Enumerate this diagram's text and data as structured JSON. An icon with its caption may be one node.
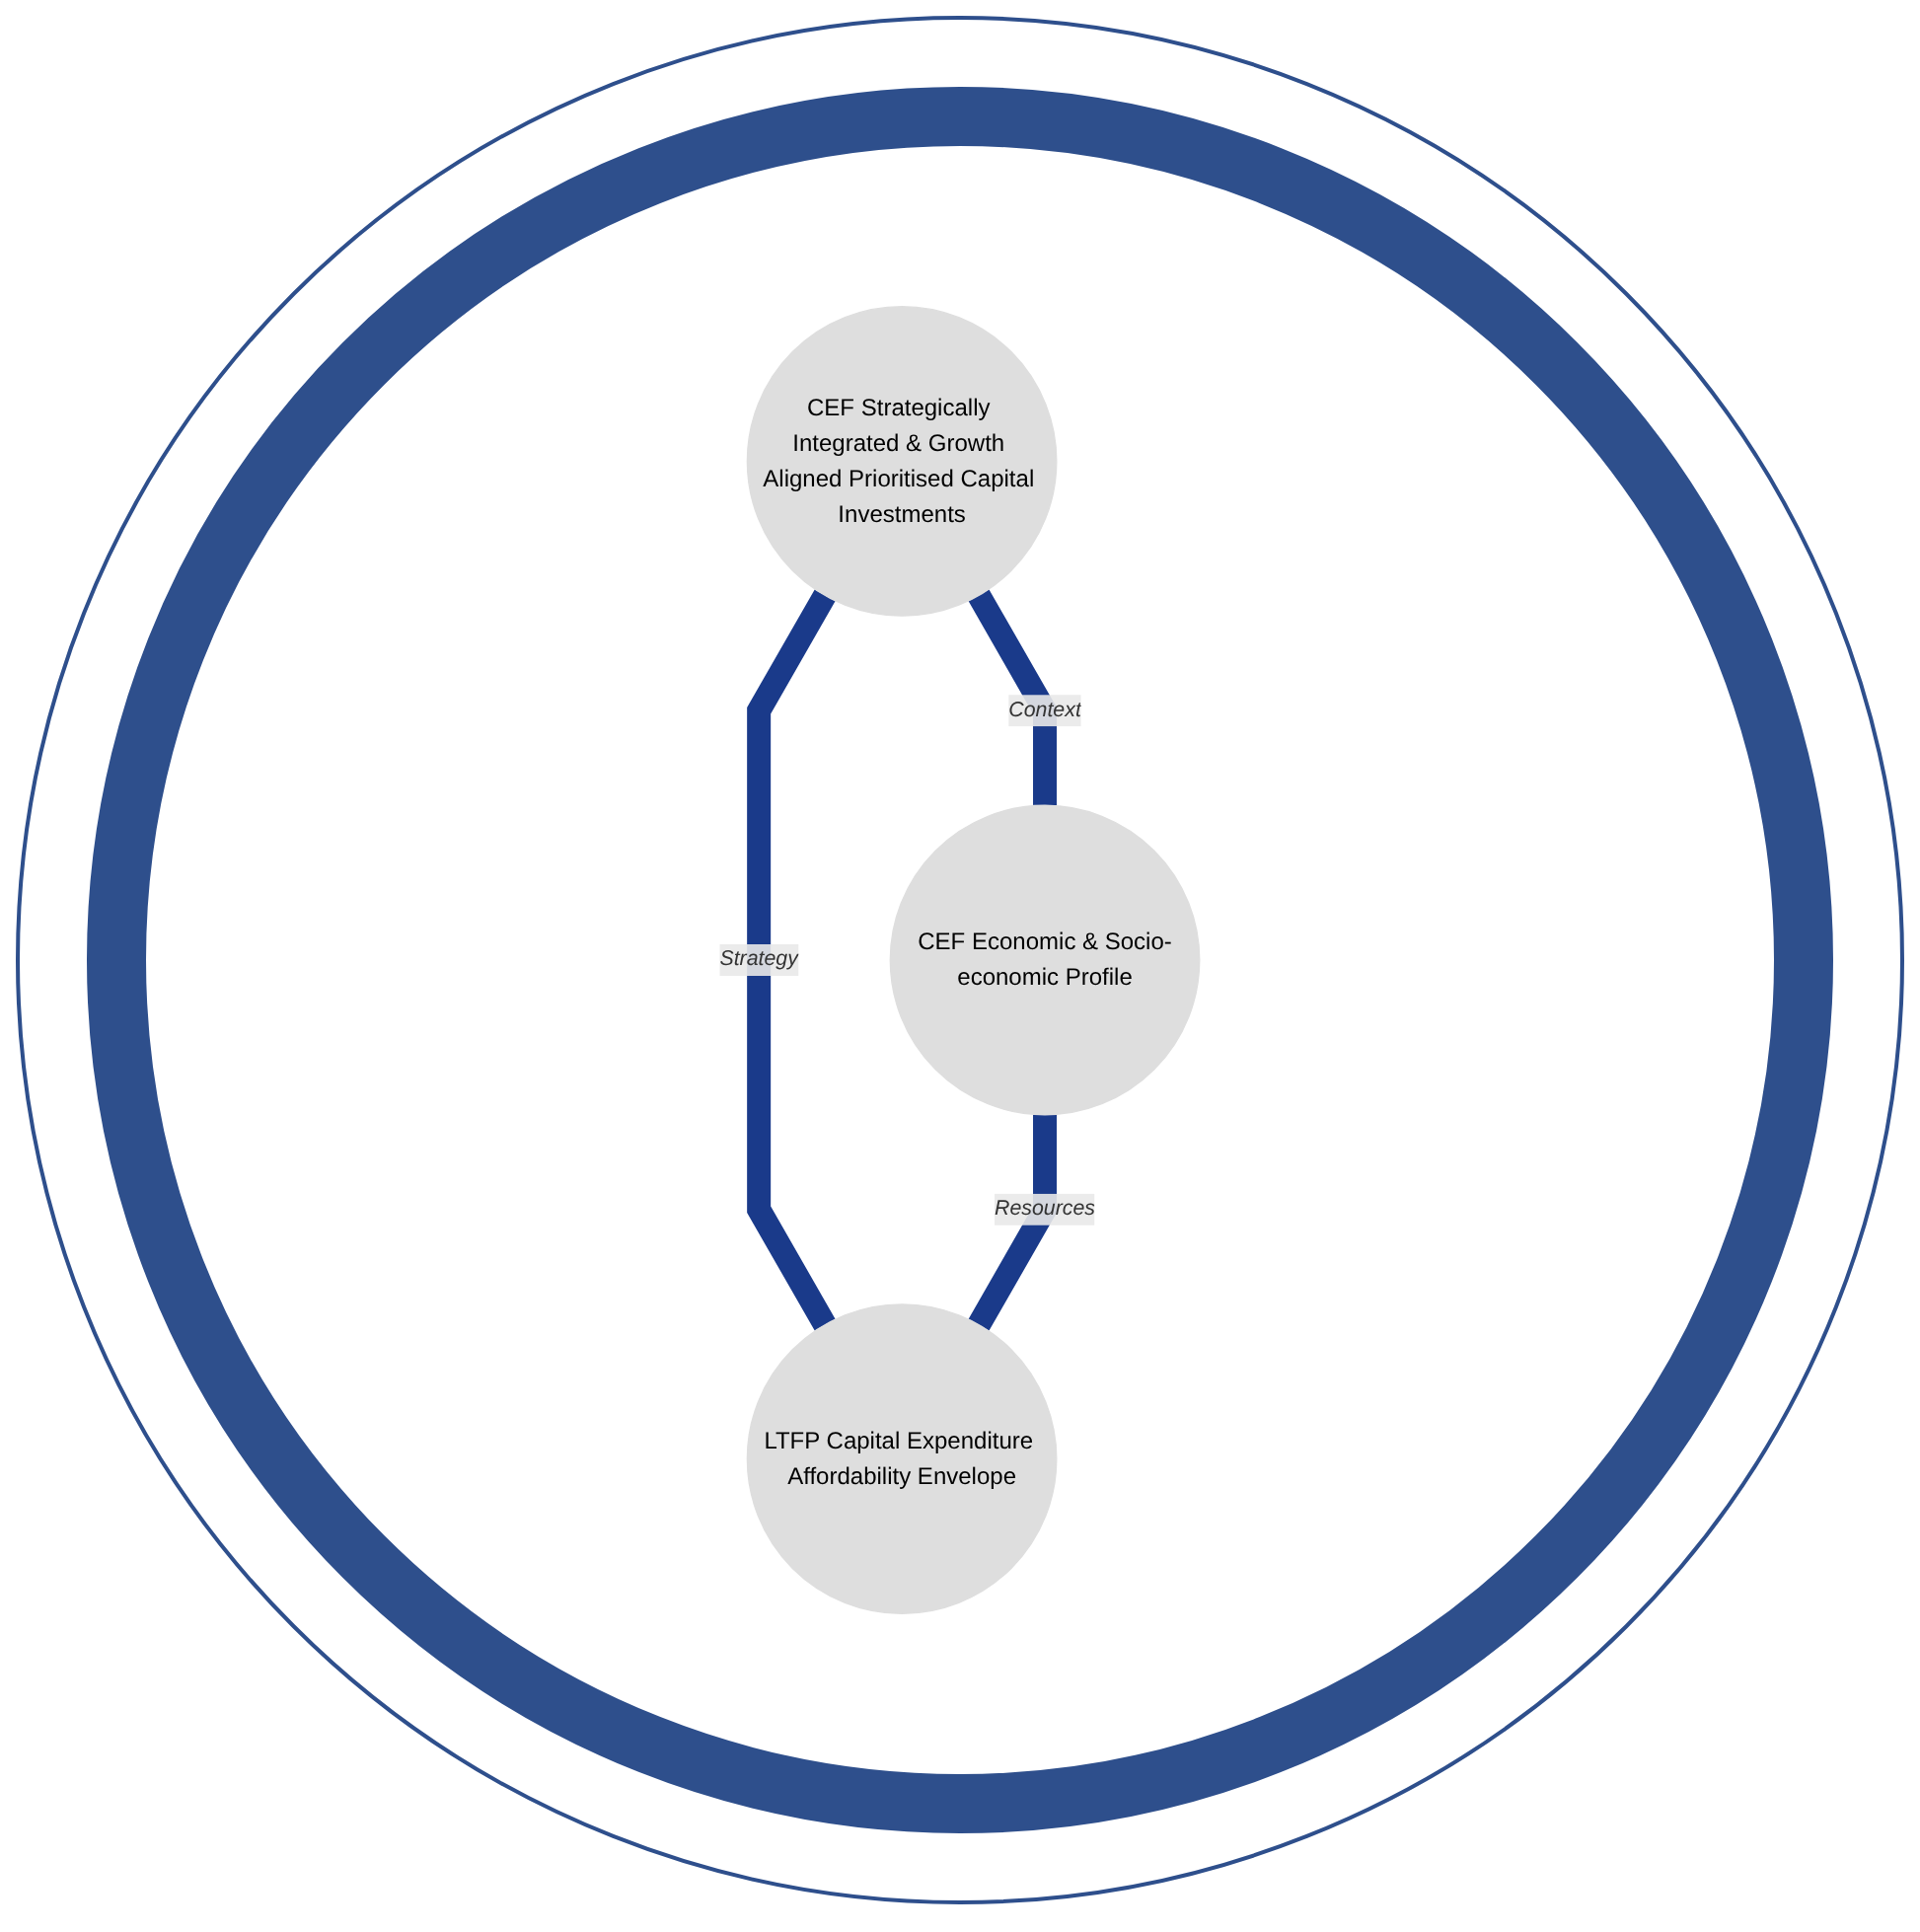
{
  "diagram": {
    "nodes": [
      {
        "text": [
          "CEF Strategically Integrated & Growth Aligned Prioritised Capital Investments"
        ]
      },
      {
        "text": [
          "CEF Economic & Socio-economic Profile"
        ]
      },
      {
        "text": [
          "LTFP Capital Expenditure Affordability Envelope"
        ]
      }
    ],
    "edges": [
      {
        "from": 0,
        "to": 1,
        "arrow": "none",
        "label": "Context"
      },
      {
        "from": 0,
        "to": 2,
        "arrow": "none",
        "label": "Strategy"
      },
      {
        "from": 1,
        "to": 2,
        "arrow": "none",
        "label": "Resources"
      }
    ]
  }
}
